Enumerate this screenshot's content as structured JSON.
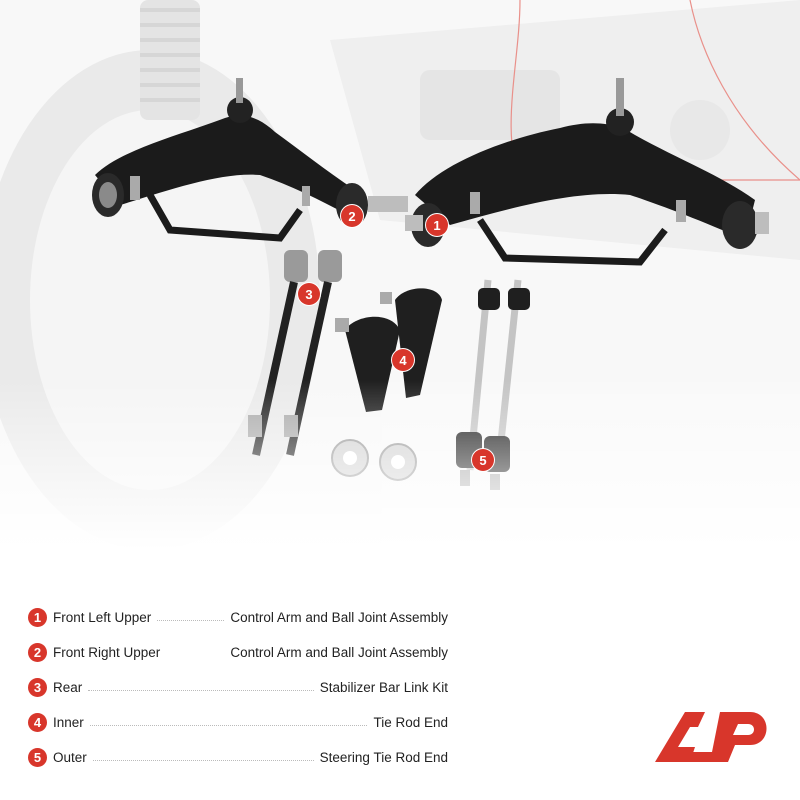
{
  "legend": [
    {
      "num": "1",
      "label": "Front Left Upper",
      "desc": "Control Arm and Ball Joint Assembly"
    },
    {
      "num": "2",
      "label": "Front Right Upper",
      "desc": "Control Arm and Ball Joint Assembly"
    },
    {
      "num": "3",
      "label": "Rear",
      "desc": "Stabilizer Bar Link Kit"
    },
    {
      "num": "4",
      "label": "Inner",
      "desc": "Tie Rod End"
    },
    {
      "num": "5",
      "label": "Outer",
      "desc": "Steering Tie Rod End"
    }
  ],
  "markers": [
    "1",
    "2",
    "3",
    "4",
    "5"
  ],
  "colors": {
    "accent": "#d8362b",
    "part": "#1a1a1a",
    "background_car": "#e6e6e6"
  },
  "logo": "a-premium-logo"
}
